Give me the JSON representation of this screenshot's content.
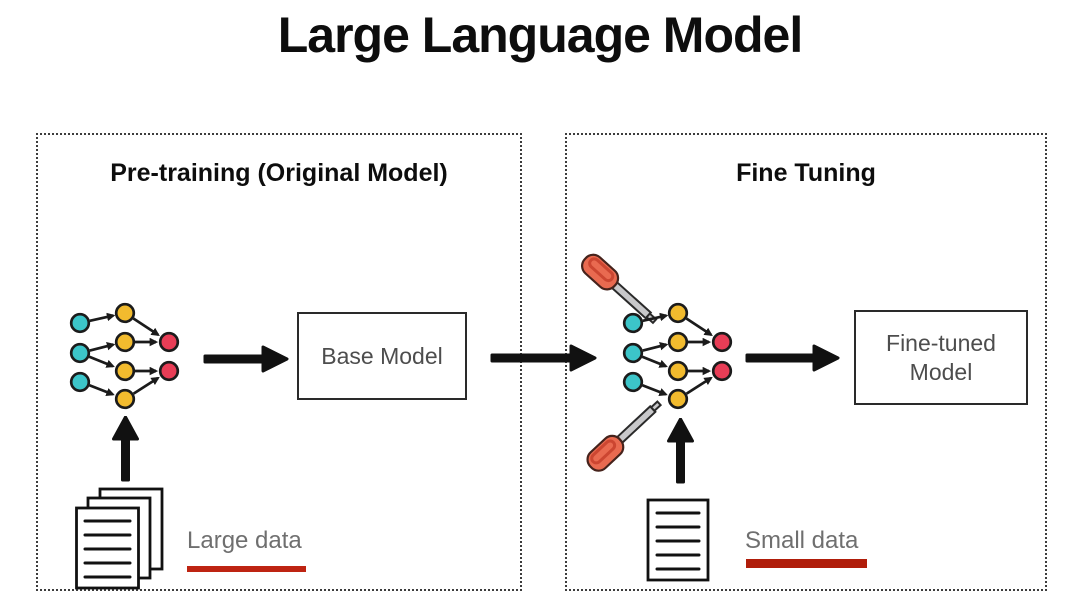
{
  "title": "Large Language Model",
  "colors": {
    "node_cyan": "#3cc5c9",
    "node_yellow": "#f2bb2e",
    "node_red": "#e83d56",
    "outline": "#1b1b1b",
    "screwdriver_handle": "#e96a50",
    "screwdriver_shaft": "#c8c8ca",
    "underline_large": "#be2412",
    "underline_small": "#b01d0a",
    "label_gray": "#6f6f6f",
    "box_text": "#4d4d4d"
  },
  "icons": {
    "neural_network_icon": "graph of cyan, yellow and red nodes linked by arrows",
    "documents_stack_icon": "stack of three pages with text lines",
    "document_icon": "single page with text lines",
    "screwdriver_icon": "red-handled screwdriver",
    "arrow_right_icon": "→",
    "arrow_up_icon": "↑"
  },
  "panels": {
    "pretraining": {
      "title": "Pre-training (Original Model)",
      "model_box": "Base Model",
      "data_label": "Large data"
    },
    "finetuning": {
      "title": "Fine Tuning",
      "model_box_lines": [
        "Fine-tuned",
        "Model"
      ],
      "data_label": "Small data"
    }
  }
}
